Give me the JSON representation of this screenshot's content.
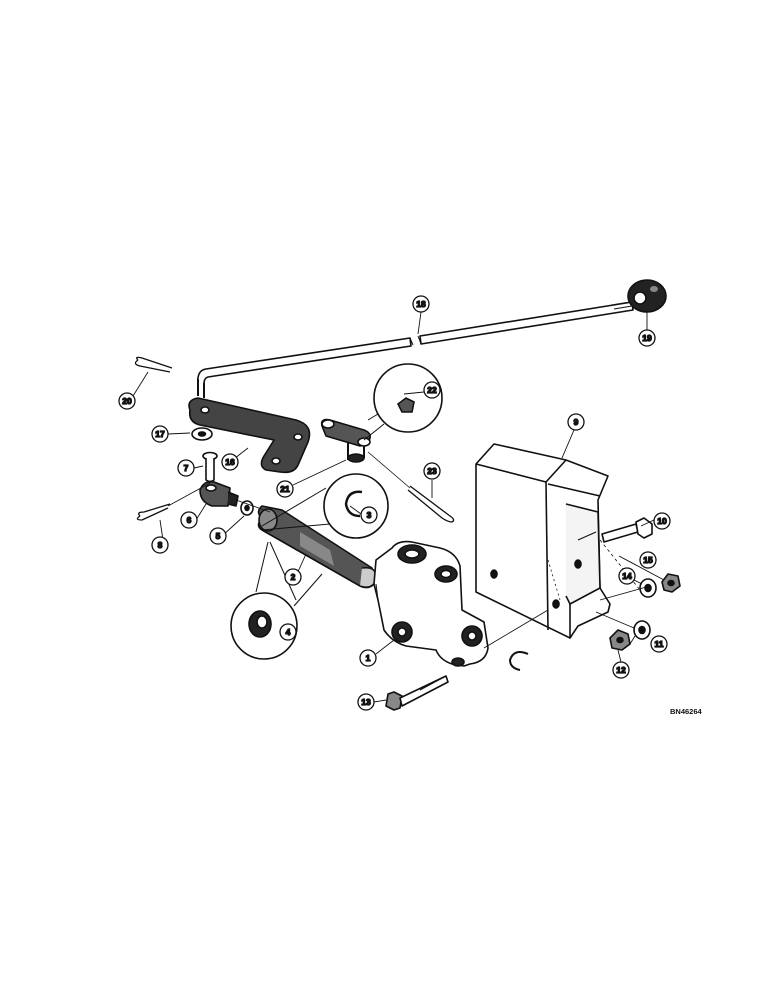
{
  "diagram": {
    "drawing_code": "BN46264",
    "callouts": [
      "1",
      "2",
      "3",
      "4",
      "5",
      "6",
      "7",
      "8",
      "9",
      "10",
      "11",
      "12",
      "13",
      "14",
      "15",
      "16",
      "17",
      "18",
      "19",
      "20",
      "21",
      "22",
      "23"
    ],
    "colors": {
      "ink": "#111111",
      "paper": "#ffffff",
      "shade": "#555555",
      "dark_fill": "#333333"
    }
  }
}
